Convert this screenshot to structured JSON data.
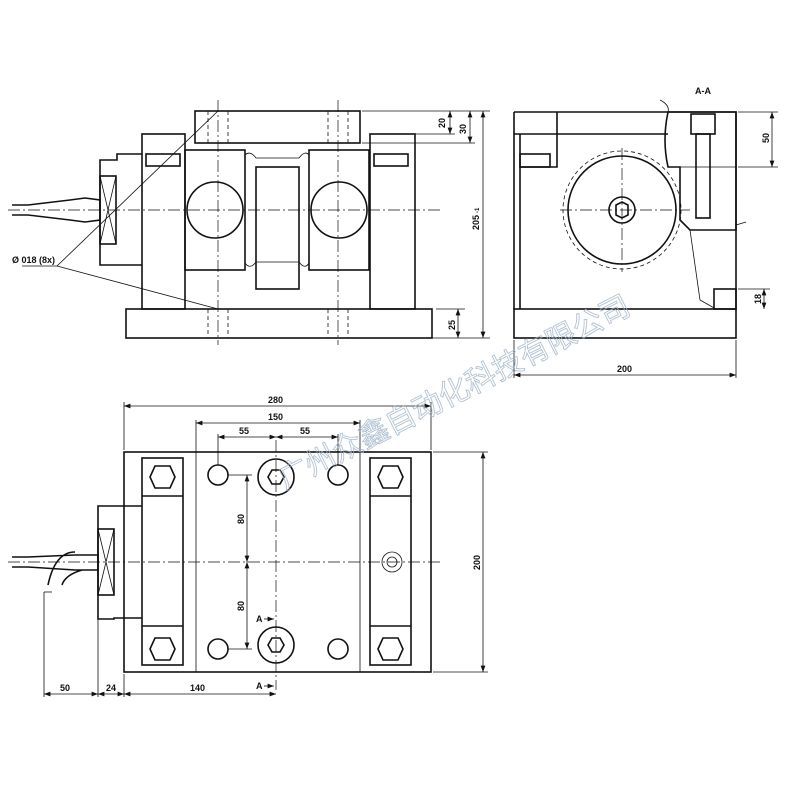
{
  "watermark": "广州众鑫自动化科技有限公司",
  "front_view": {
    "dims": {
      "top_20": "20",
      "top_30": "30",
      "height_205": "205",
      "height_tol": "-1",
      "base_25": "25"
    },
    "hole_callout": "Ø 018 (8x)"
  },
  "side_view": {
    "section_label": "A-A",
    "dims": {
      "hatch_50": "50",
      "gap_18": "18",
      "width_200": "200"
    }
  },
  "top_view": {
    "dims": {
      "width_280": "280",
      "width_150": "150",
      "left_55": "55",
      "right_55": "55",
      "upper_80": "80",
      "lower_80": "80",
      "depth_200": "200",
      "cable_50": "50",
      "connector_24": "24",
      "offset_140": "140"
    },
    "section_marks": [
      "A",
      "A"
    ]
  }
}
